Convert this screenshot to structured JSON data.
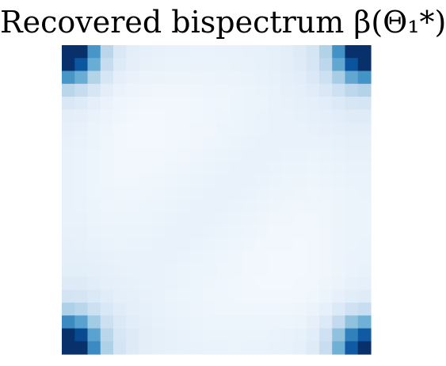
{
  "chart_data": {
    "type": "heatmap",
    "title": "Recovered bispectrum β(Θ₁*)",
    "colormap": "Blues",
    "colors": [
      "#f7fbff",
      "#deebf7",
      "#c6dbef",
      "#9ecae1",
      "#6baed6",
      "#4292c6",
      "#2171b5",
      "#08519c",
      "#08306b"
    ],
    "grid_size": 24,
    "axes_visible": false,
    "value_range": [
      0,
      1
    ],
    "corner_peaks": [
      {
        "corner": "top-left",
        "value": 1.0
      },
      {
        "corner": "top-right",
        "value": 0.95
      },
      {
        "corner": "bottom-left",
        "value": 1.0
      },
      {
        "corner": "bottom-right",
        "value": 0.8
      }
    ]
  }
}
